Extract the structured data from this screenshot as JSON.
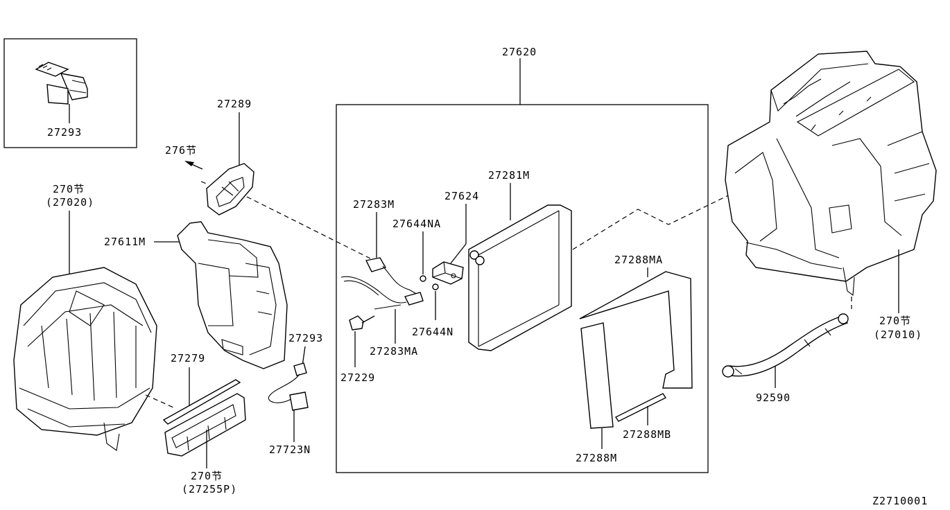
{
  "diagram_code": "Z2710001",
  "callouts": {
    "inset_part": "27293",
    "evaporator_assy": "27620",
    "aspirator_276": "276节",
    "aspirator_part": "27289",
    "blower_section": "270节",
    "blower_ref": "(27020)",
    "duct_part": "27611M",
    "seal_part": "27279",
    "filter_section": "270节",
    "filter_ref": "(27255P)",
    "harness_part": "27293",
    "harness_sub": "27723N",
    "pipe_a": "27283M",
    "pipe_b": "27283MA",
    "oring_a": "27644NA",
    "oring_b": "27644N",
    "valve_part": "27624",
    "core_part": "27281M",
    "bolt_part": "27229",
    "cover_ma": "27288MA",
    "cover_mb": "27288MB",
    "cover_m": "27288M",
    "heater_section": "270节",
    "heater_ref": "(27010)",
    "drain_hose": "92590"
  },
  "icons": [
    "evaporator-core-icon",
    "heater-unit-icon",
    "blower-unit-icon",
    "drain-hose-icon",
    "expansion-valve-icon"
  ]
}
